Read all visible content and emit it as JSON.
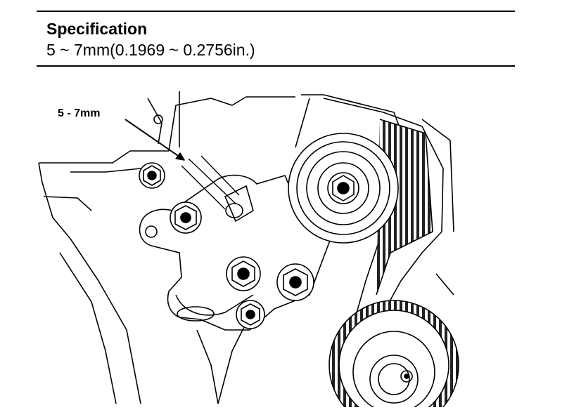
{
  "spec": {
    "title": "Specification",
    "value": "5 ~ 7mm(0.1969 ~ 0.2756in.)"
  },
  "figure": {
    "callout_label": "5 - 7mm"
  }
}
